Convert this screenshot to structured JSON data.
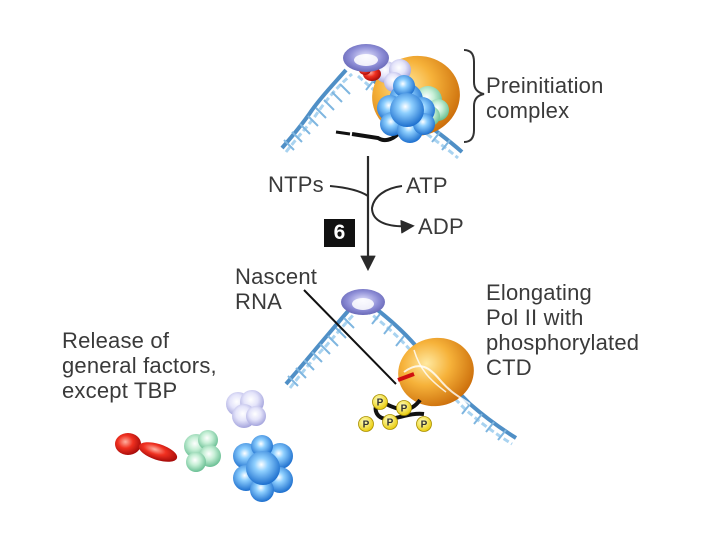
{
  "labels": {
    "preinitiation": "Preinitiation\ncomplex",
    "ntps": "NTPs",
    "atp": "ATP",
    "adp": "ADP",
    "step_number": "6",
    "nascent_rna": "Nascent\nRNA",
    "elongating": "Elongating\nPol II with\nphosphorylated\nCTD",
    "release": "Release of\ngeneral factors,\nexcept TBP",
    "phosphate": "P"
  },
  "colors": {
    "text": "#3a3a3a",
    "polymerase": "#f0a020",
    "tbp": "#8080c8",
    "blue_factor": "#2d8ce0",
    "green_factor": "#98d8b0",
    "lavender_factor": "#c8c8ee",
    "red_factor": "#e02020",
    "dna": "#6aa8d8",
    "phosphate": "#f4e020"
  }
}
